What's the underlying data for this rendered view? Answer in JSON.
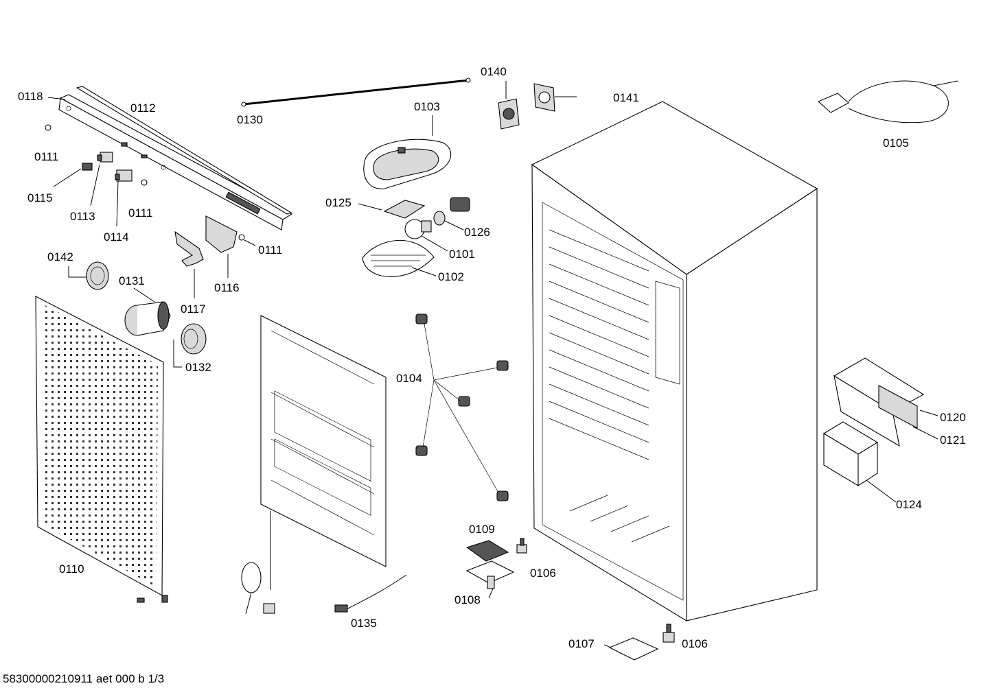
{
  "diagram": {
    "labels": {
      "p0118": "0118",
      "p0112": "0112",
      "p0111a": "0111",
      "p0111b": "0111",
      "p0111c": "0111",
      "p0115": "0115",
      "p0113": "0113",
      "p0114": "0114",
      "p0142": "0142",
      "p0131": "0131",
      "p0117": "0117",
      "p0116": "0116",
      "p0132": "0132",
      "p0110": "0110",
      "p0130": "0130",
      "p0140": "0140",
      "p0141": "0141",
      "p0103": "0103",
      "p0125": "0125",
      "p0126": "0126",
      "p0101": "0101",
      "p0102": "0102",
      "p0104": "0104",
      "p0105": "0105",
      "p0120": "0120",
      "p0121": "0121",
      "p0124": "0124",
      "p0109": "0109",
      "p0106a": "0106",
      "p0106b": "0106",
      "p0108": "0108",
      "p0107": "0107",
      "p0135": "0135"
    },
    "footer": "58300000210911 aet 000 b 1/3"
  }
}
